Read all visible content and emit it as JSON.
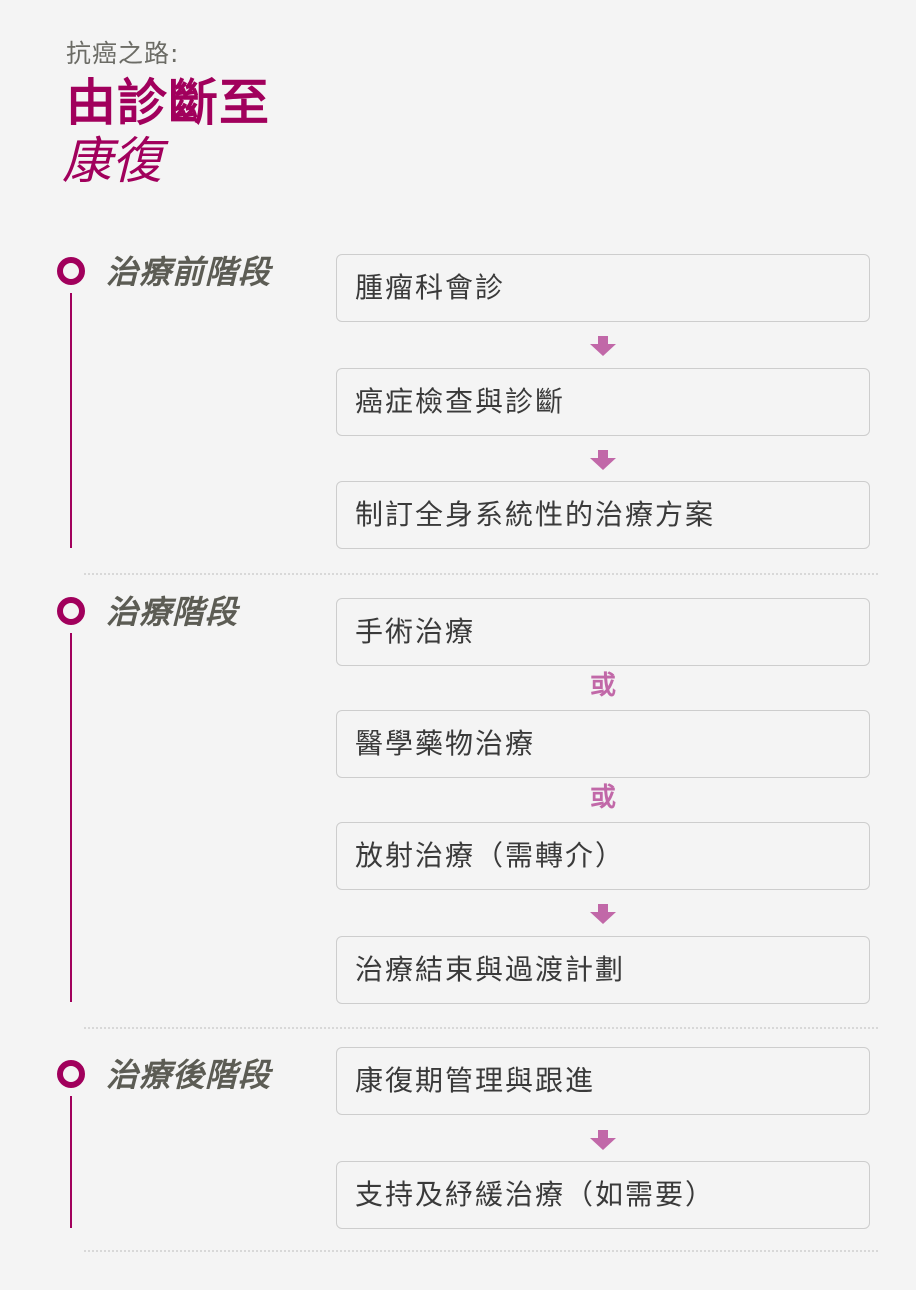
{
  "header": {
    "kicker": "抗癌之路:",
    "title_bold": "由診斷至",
    "title_italic": "康復"
  },
  "colors": {
    "accent": "#a1005c",
    "connector": "#c168a8",
    "stage_label": "#5c5c54",
    "background": "#f4f4f4"
  },
  "stages": [
    {
      "label": "治療前階段",
      "steps": [
        "腫瘤科會診",
        "癌症檢查與診斷",
        "制訂全身系統性的治療方案"
      ],
      "connectors": [
        "arrow-down",
        "arrow-down"
      ]
    },
    {
      "label": "治療階段",
      "steps": [
        "手術治療",
        "醫學藥物治療",
        "放射治療（需轉介）",
        "治療結束與過渡計劃"
      ],
      "connectors": [
        "或",
        "或",
        "arrow-down"
      ]
    },
    {
      "label": "治療後階段",
      "steps": [
        "康復期管理與跟進",
        "支持及紓緩治療（如需要）"
      ],
      "connectors": [
        "arrow-down"
      ]
    }
  ],
  "or_label": "或"
}
